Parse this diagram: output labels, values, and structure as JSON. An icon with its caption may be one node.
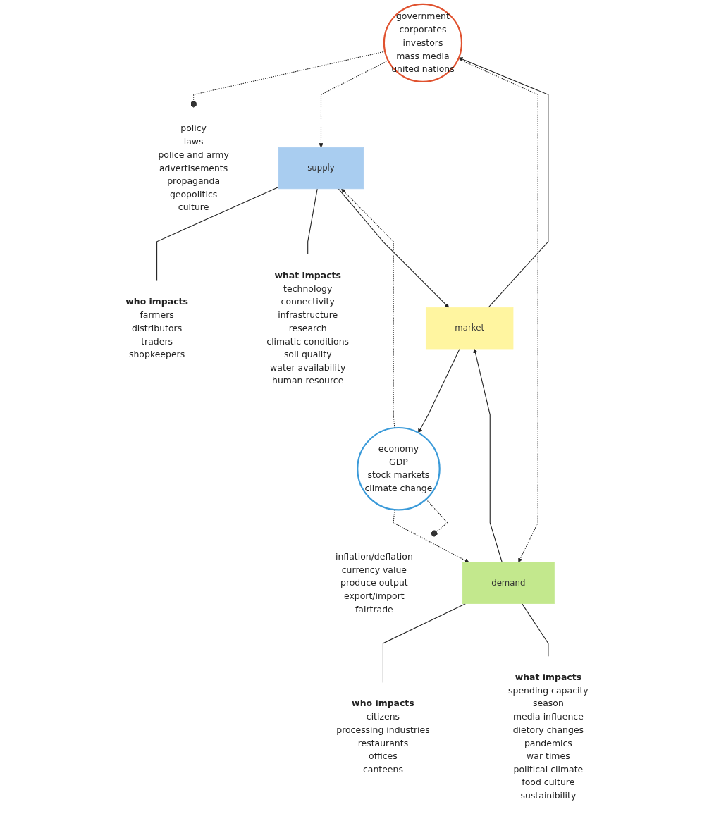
{
  "diagram": {
    "nodes": [
      {
        "text": [
          "policy",
          "laws",
          "police and army",
          "advertisements",
          "propaganda",
          "geopolitics",
          "culture"
        ]
      },
      {
        "text": [
          "government",
          "corporates",
          "investors",
          "mass media",
          "united nations"
        ]
      },
      {
        "text": [
          "who impacts",
          "farmers",
          "distributors",
          "traders",
          "shopkeepers"
        ]
      },
      {
        "text": [
          "who impacts",
          "citizens",
          "processing industries",
          "restaurants",
          "offices",
          "canteens"
        ]
      },
      {
        "text": [
          "supply"
        ]
      },
      {
        "text": [
          "market"
        ]
      },
      {
        "text": [
          "demand"
        ]
      },
      {
        "text": [
          "what impacts",
          "technology",
          "connectivity",
          "infrastructure",
          "research",
          "climatic conditions",
          "soil quality",
          "water availability",
          "human resource"
        ]
      },
      {
        "text": [
          "what impacts",
          "spending capacity",
          "season",
          "media influence",
          "dietory changes",
          "pandemics",
          "war times",
          "political climate",
          "food culture",
          "sustainibility"
        ]
      },
      {
        "text": [
          "economy",
          "GDP",
          "stock markets",
          "climate change"
        ]
      },
      {
        "text": [
          "inflation/deflation",
          "currency value",
          "produce output",
          "export/import",
          "fairtrade"
        ]
      }
    ],
    "edges": [
      {
        "from": 1,
        "to": 0,
        "arrow": "other",
        "style": "dashed"
      },
      {
        "from": 1,
        "to": 4,
        "arrow": "to",
        "style": "dashed"
      },
      {
        "from": 1,
        "to": 6,
        "arrow": "to",
        "style": "dashed"
      },
      {
        "from": 4,
        "to": 2,
        "arrow": "none"
      },
      {
        "from": 4,
        "to": 7,
        "arrow": "none"
      },
      {
        "from": 6,
        "to": 3,
        "arrow": "none"
      },
      {
        "from": 6,
        "to": 8,
        "arrow": "none"
      },
      {
        "from": 4,
        "to": 5,
        "arrow": "to"
      },
      {
        "from": 6,
        "to": 5,
        "arrow": "to"
      },
      {
        "from": 5,
        "to": 1,
        "arrow": "to"
      },
      {
        "from": 5,
        "to": 9,
        "arrow": "to"
      },
      {
        "from": 9,
        "to": 4,
        "arrow": "to",
        "style": "dashed"
      },
      {
        "from": 9,
        "to": 6,
        "arrow": "to",
        "style": "dashed"
      },
      {
        "from": 9,
        "to": 10,
        "arrow": "other",
        "style": "dashed"
      }
    ]
  }
}
